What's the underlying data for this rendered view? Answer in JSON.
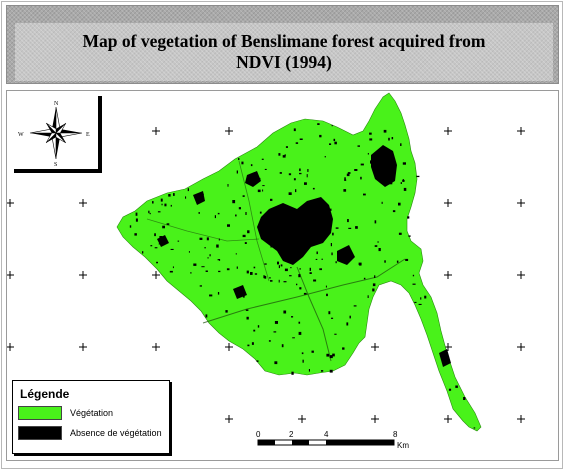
{
  "title": {
    "line1": "Map of vegetation of  Benslimane forest acquired from",
    "line2": "NDVI (1994)"
  },
  "compass": {
    "north": "N",
    "south": "S",
    "east": "E",
    "west": "W"
  },
  "legend": {
    "title": "Légende",
    "items": [
      {
        "label": "Végétation",
        "color": "#49f21a"
      },
      {
        "label": "Absence de végétation",
        "color": "#000000"
      }
    ]
  },
  "scale_bar": {
    "labels": [
      "0",
      "2",
      "4",
      "8"
    ],
    "unit": "Km"
  },
  "colors": {
    "vegetation": "#49f21a",
    "no_vegetation": "#000000",
    "title_background": "#c6c6c6"
  }
}
